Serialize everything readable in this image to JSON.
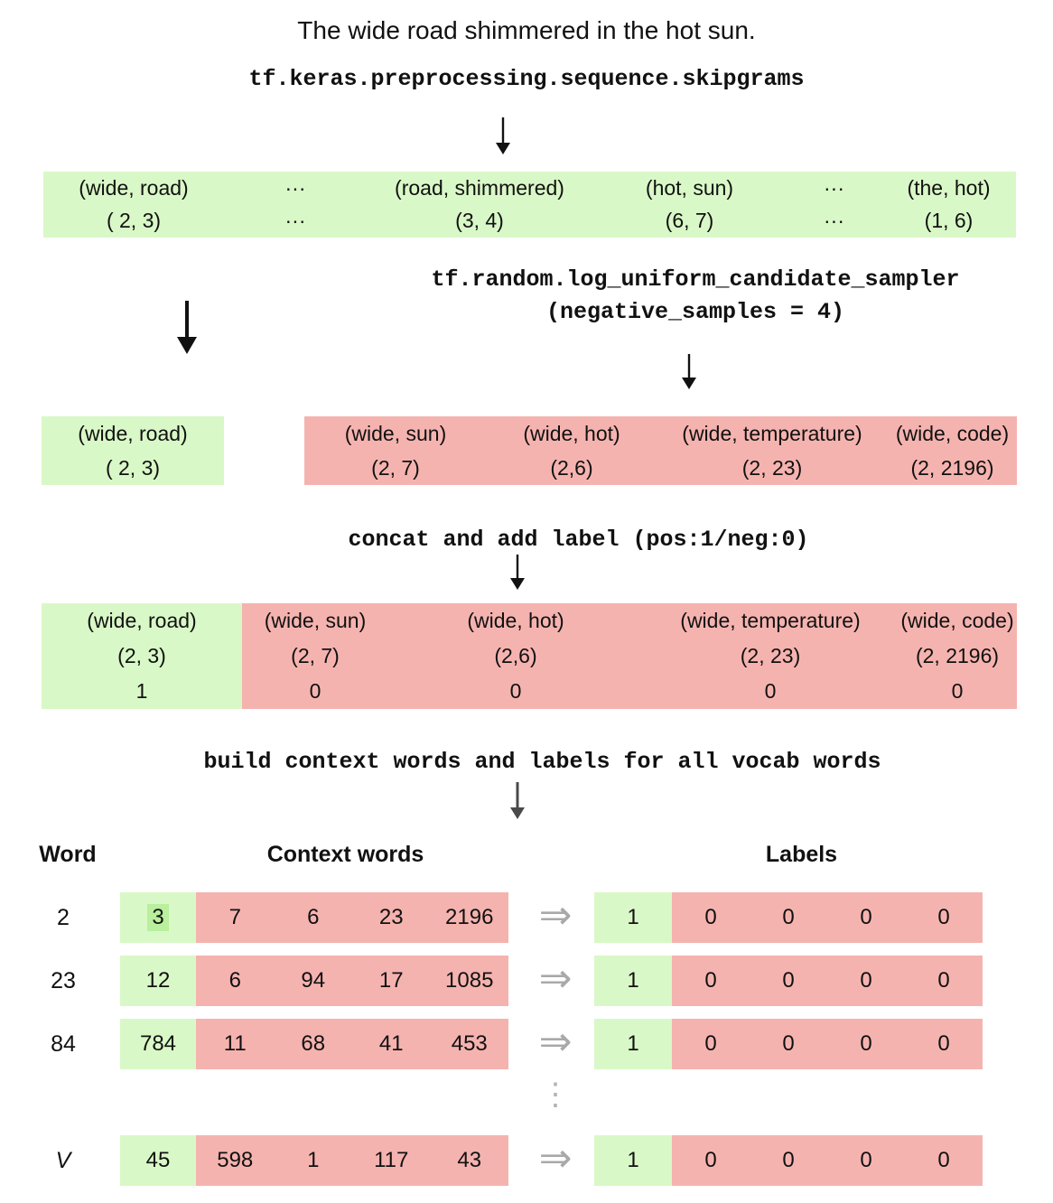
{
  "title": "The wide road shimmered in the hot sun.",
  "skipgrams_code": "tf.keras.preprocessing.sequence.skipgrams",
  "sampler": {
    "line1": "tf.random.log_uniform_candidate_sampler",
    "line2": "(negative_samples = 4)"
  },
  "skipgram_band": {
    "pairs": [
      "(wide, road)",
      "···",
      "(road, shimmered)",
      "(hot, sun)",
      "···",
      "(the, hot)"
    ],
    "ids": [
      "( 2, 3)",
      "···",
      "(3, 4)",
      "(6, 7)",
      "···",
      "(1, 6)"
    ]
  },
  "positive_box": {
    "pair": "(wide, road)",
    "ids": "( 2, 3)"
  },
  "negative_box": {
    "pairs": [
      "(wide, sun)",
      "(wide, hot)",
      "(wide, temperature)",
      "(wide, code)"
    ],
    "ids": [
      "(2, 7)",
      "(2,6)",
      "(2, 23)",
      "(2, 2196)"
    ]
  },
  "concat_label": "concat and add label (pos:1/neg:0)",
  "concat_band": {
    "positive": {
      "pair": "(wide, road)",
      "ids": "(2, 3)",
      "label": "1"
    },
    "negative_pairs": [
      "(wide, sun)",
      "(wide, hot)",
      "(wide, temperature)",
      "(wide, code)"
    ],
    "negative_ids": [
      "(2, 7)",
      "(2,6)",
      "(2, 23)",
      "(2, 2196)"
    ],
    "negative_labels": [
      "0",
      "0",
      "0",
      "0"
    ]
  },
  "build_label": "build context words and labels for all vocab words",
  "table": {
    "headers": {
      "word": "Word",
      "context": "Context words",
      "labels": "Labels"
    },
    "imply_arrow": "⇒",
    "ellipsis": "⋮",
    "rows": [
      {
        "word": "2",
        "target": "3",
        "negatives": [
          "7",
          "6",
          "23",
          "2196"
        ],
        "pos_label": "1",
        "neg_labels": [
          "0",
          "0",
          "0",
          "0"
        ]
      },
      {
        "word": "23",
        "target": "12",
        "negatives": [
          "6",
          "94",
          "17",
          "1085"
        ],
        "pos_label": "1",
        "neg_labels": [
          "0",
          "0",
          "0",
          "0"
        ]
      },
      {
        "word": "84",
        "target": "784",
        "negatives": [
          "11",
          "68",
          "41",
          "453"
        ],
        "pos_label": "1",
        "neg_labels": [
          "0",
          "0",
          "0",
          "0"
        ]
      },
      {
        "word": "V",
        "target": "45",
        "negatives": [
          "598",
          "1",
          "117",
          "43"
        ],
        "pos_label": "1",
        "neg_labels": [
          "0",
          "0",
          "0",
          "0"
        ]
      }
    ]
  },
  "colors": {
    "positive_green": "#d9f8c7",
    "green_highlight": "#b9ef9d",
    "negative_red": "#f5b3af",
    "arrow_gray": "#a9a9a9",
    "text": "#111111"
  }
}
